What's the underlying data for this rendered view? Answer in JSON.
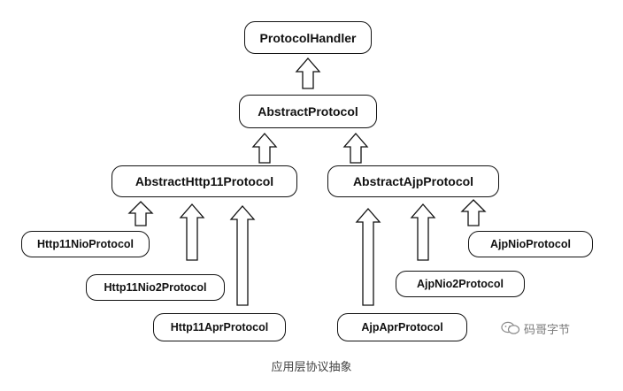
{
  "diagram": {
    "nodes": {
      "protocol_handler": "ProtocolHandler",
      "abstract_protocol": "AbstractProtocol",
      "abstract_http11_protocol": "AbstractHttp11Protocol",
      "abstract_ajp_protocol": "AbstractAjpProtocol",
      "http11_nio_protocol": "Http11NioProtocol",
      "http11_nio2_protocol": "Http11Nio2Protocol",
      "http11_apr_protocol": "Http11AprProtocol",
      "ajp_apr_protocol": "AjpAprProtocol",
      "ajp_nio2_protocol": "AjpNio2Protocol",
      "ajp_nio_protocol": "AjpNioProtocol"
    },
    "arrow_style": "hollow-block-arrow"
  },
  "watermark": {
    "text": "码哥字节",
    "icon": "wechat-icon"
  },
  "caption": "应用层协议抽象"
}
